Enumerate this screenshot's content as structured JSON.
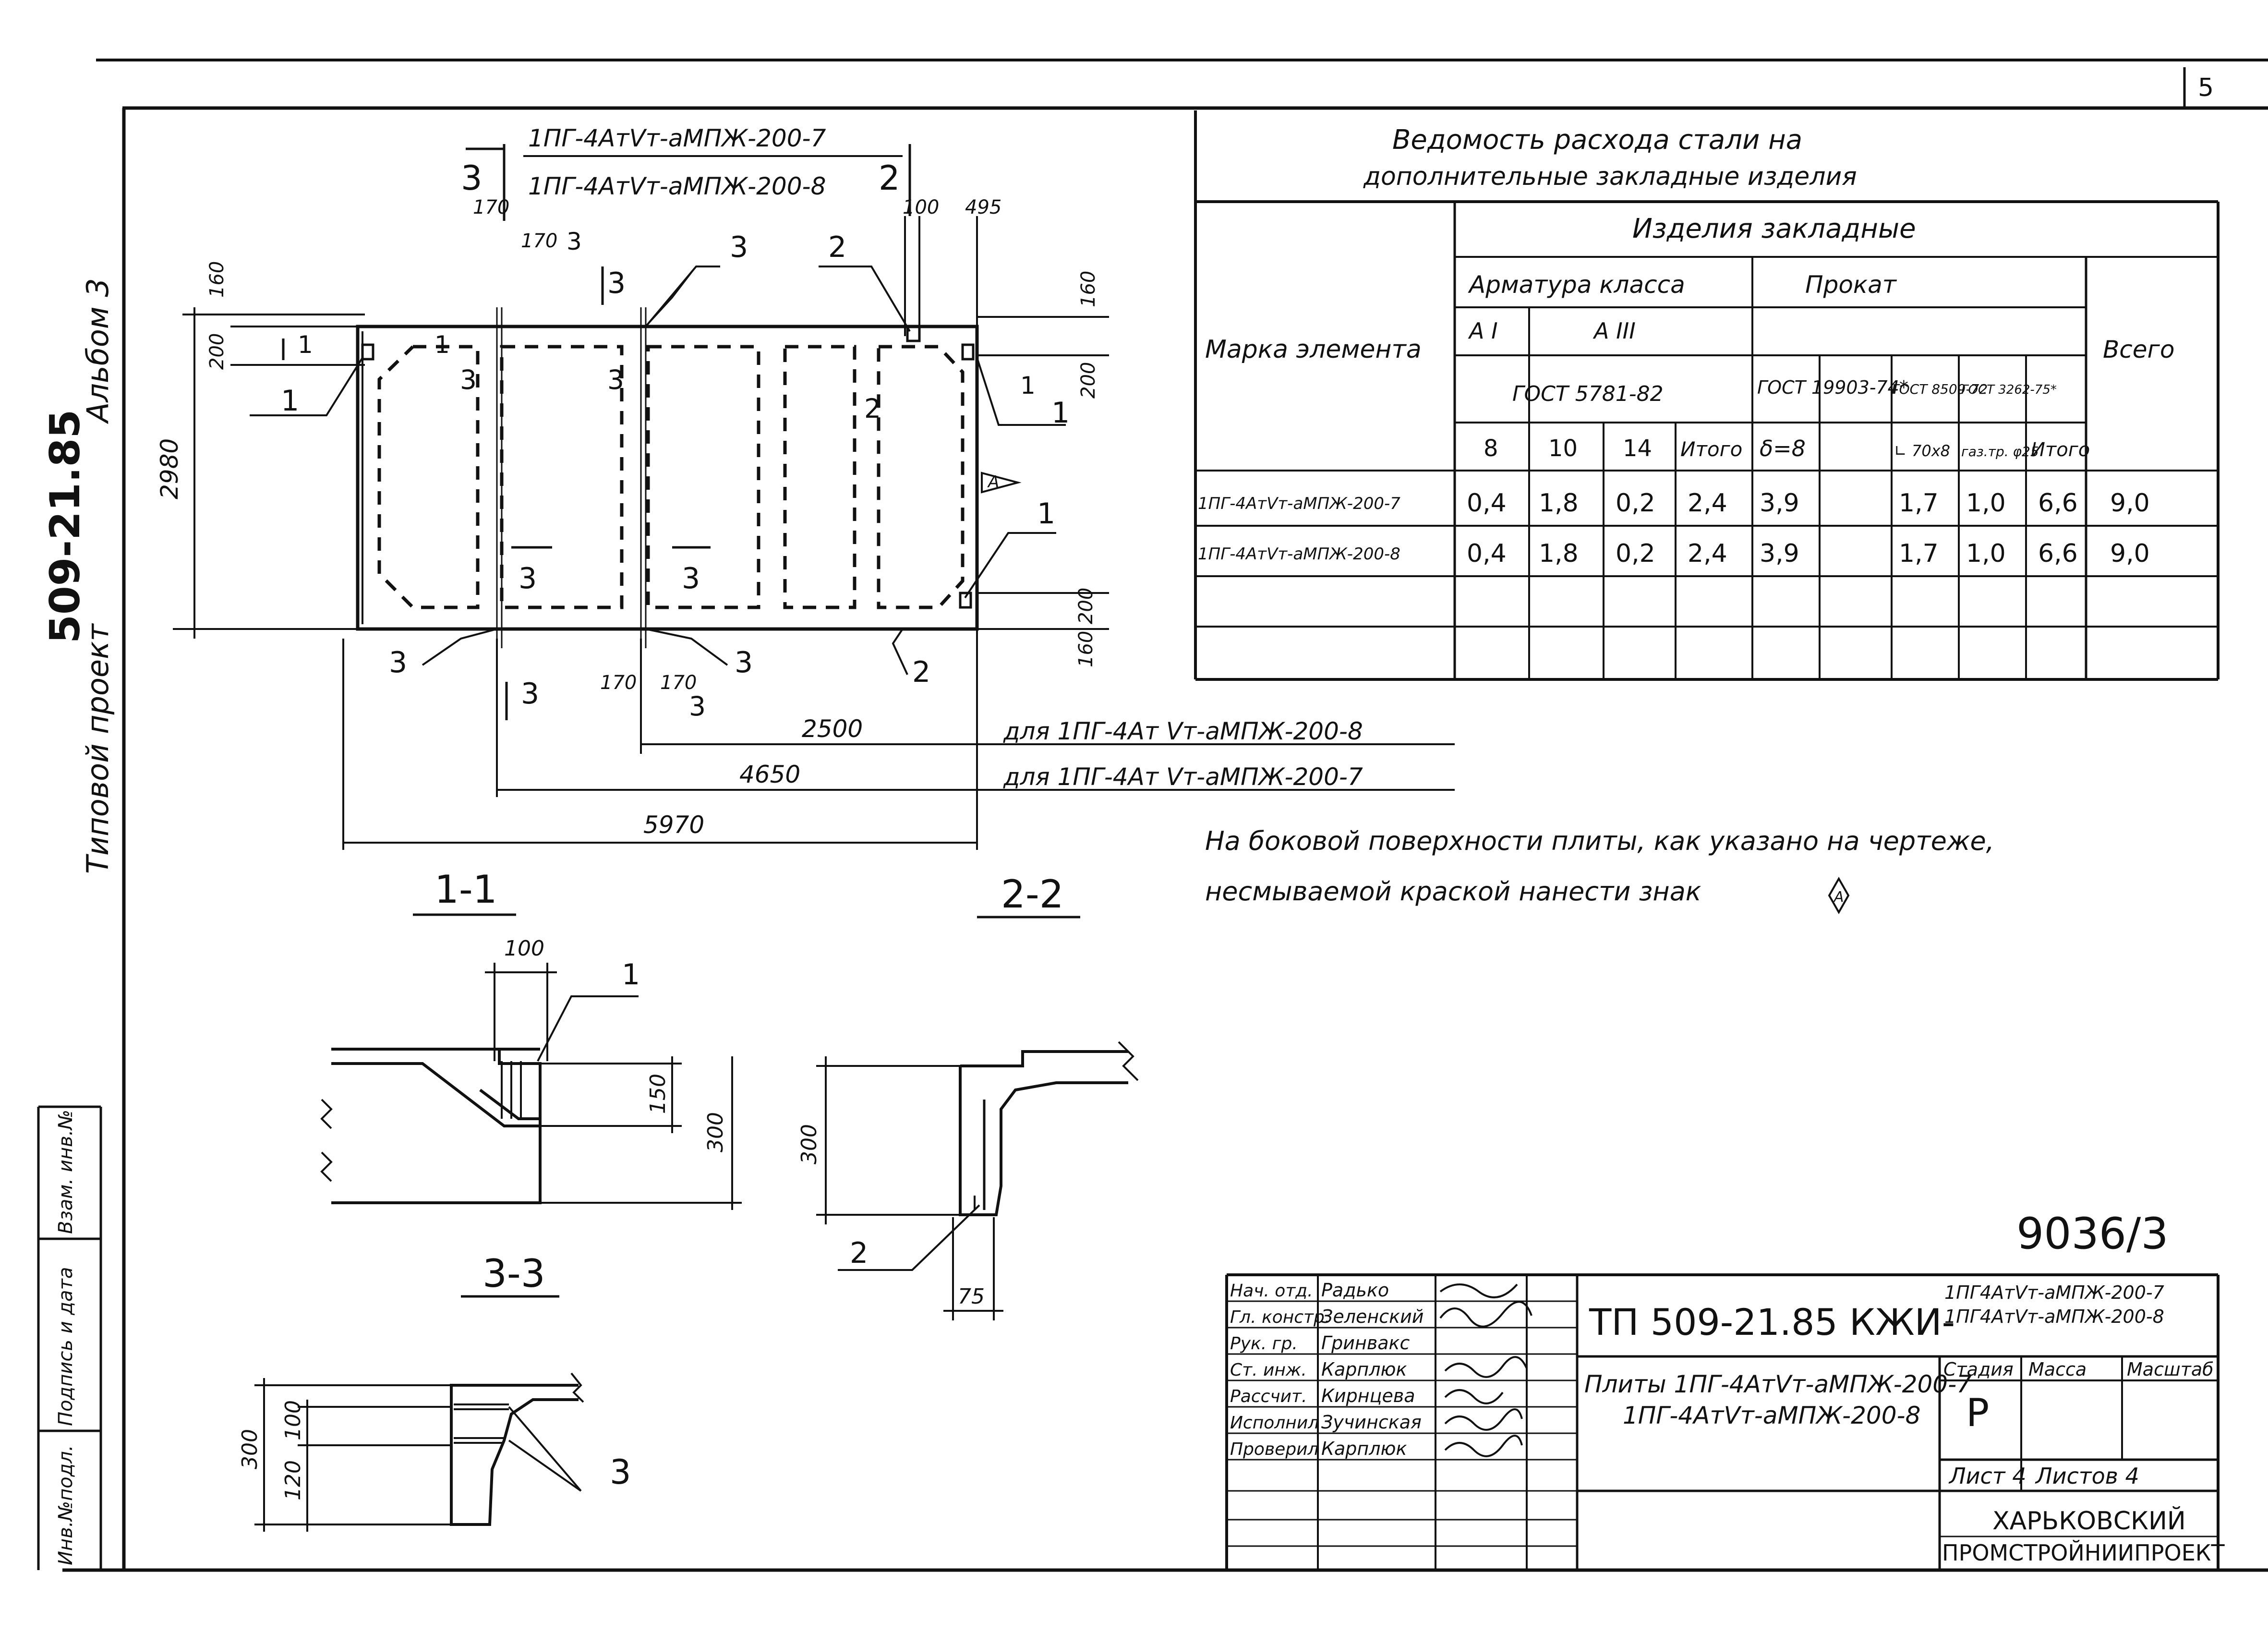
{
  "sheet": {
    "corner_mark": "5",
    "album": "Альбом 3",
    "series": "509-21.85",
    "project_type": "Типовой проект",
    "drawing_no": "9036/3",
    "side_labels": [
      "Инв.№подл.",
      "Подпись и дата",
      "Взам. инв.№"
    ]
  },
  "plan": {
    "marks": [
      "1ПГ-4АтVт-аМПЖ-200-7",
      "1ПГ-4АтVт-аМПЖ-200-8"
    ],
    "callouts": [
      "1",
      "2",
      "3"
    ],
    "section_marks": [
      "1-1",
      "2-2",
      "3-3"
    ],
    "sign": "А",
    "dims": {
      "d170": "170",
      "d100": "100",
      "d495": "495",
      "d160": "160",
      "d200": "200",
      "d2980": "2980",
      "d2500": "2500",
      "d4650": "4650",
      "d5970": "5970"
    },
    "note_for_8": "для 1ПГ-4Ат Vт-аМПЖ-200-8",
    "note_for_7": "для 1ПГ-4Ат Vт-аМПЖ-200-7"
  },
  "note": {
    "line1": "На боковой поверхности плиты, как указано на чертеже,",
    "line2": "несмываемой краской нанести знак"
  },
  "sections": {
    "s11": {
      "title": "1-1",
      "d100": "100",
      "d150": "150",
      "d300": "300",
      "callout": "1"
    },
    "s22": {
      "title": "2-2",
      "d300": "300",
      "d75": "75",
      "callout": "2"
    },
    "s33": {
      "title": "3-3",
      "d300": "300",
      "d100": "100",
      "d120": "120",
      "callout": "3"
    }
  },
  "table": {
    "title1": "Ведомость расхода стали на",
    "title2": "дополнительные закладные изделия",
    "col_element": "Марка элемента",
    "group_header": "Изделия закладные",
    "armatura": "Арматура класса",
    "prokat": "Прокат",
    "total": "Всего",
    "class_a1": "А I",
    "class_a3": "А III",
    "gost_5781": "ГОСТ 5781-82",
    "gost_19903": "ГОСТ 19903-74*",
    "gost_8509": "ГОСТ 8509-72",
    "gost_3262": "ГОСТ 3262-75*",
    "sub": [
      "8",
      "10",
      "14",
      "Итого",
      "δ=8",
      "",
      "∟ 70х8",
      "газ.тр. φ25",
      "Итого"
    ],
    "rows": [
      {
        "mark": "1ПГ-4АтVт-аМПЖ-200-7",
        "values": [
          "0,4",
          "1,8",
          "0,2",
          "2,4",
          "3,9",
          "",
          "1,7",
          "1,0",
          "6,6",
          "9,0"
        ]
      },
      {
        "mark": "1ПГ-4АтVт-аМПЖ-200-8",
        "values": [
          "0,4",
          "1,8",
          "0,2",
          "2,4",
          "3,9",
          "",
          "1,7",
          "1,0",
          "6,6",
          "9,0"
        ]
      }
    ]
  },
  "title_block": {
    "roles": [
      "Нач. отд.",
      "Гл. констр.",
      "Рук. гр.",
      "Ст. инж.",
      "Рассчит.",
      "Исполнил",
      "Проверил"
    ],
    "names": [
      "Радько",
      "Зеленский",
      "Гринвакс",
      "Карплюк",
      "Кирнцева",
      "Зучинская",
      "Карплюк"
    ],
    "code": "ТП 509-21.85 КЖИ-",
    "code_sub1": "1ПГ4АтVт-аМПЖ-200-7",
    "code_sub2": "1ПГ4АтVт-аМПЖ-200-8",
    "name1": "Плиты 1ПГ-4АтVт-аМПЖ-200-7",
    "name2": "1ПГ-4АтVт-аМПЖ-200-8",
    "stage_label": "Стадия",
    "mass_label": "Масса",
    "scale_label": "Масштаб",
    "stage": "Р",
    "sheet": "Лист 4",
    "sheets": "Листов 4",
    "org1": "ХАРЬКОВСКИЙ",
    "org2": "ПРОМСТРОЙНИИПРОЕКТ"
  }
}
